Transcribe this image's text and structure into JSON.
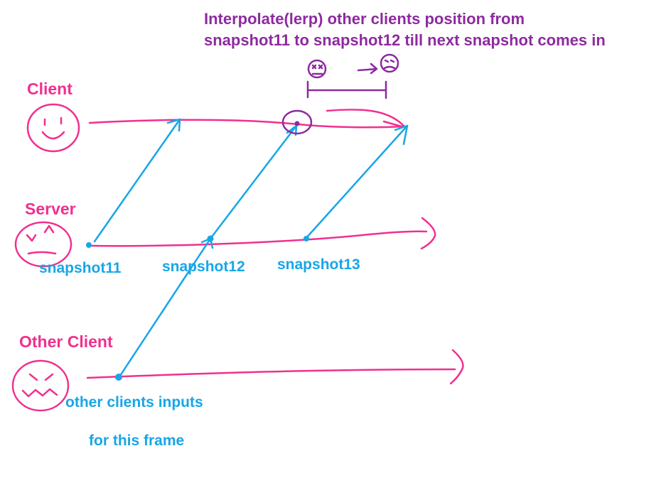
{
  "title": {
    "line1": "Interpolate(lerp) other clients position from",
    "line2": "snapshot11 to snapshot12 till next snapshot comes in"
  },
  "actors": {
    "client": "Client",
    "server": "Server",
    "other_client": "Other Client"
  },
  "snapshots": {
    "s11": "snapshot11",
    "s12": "snapshot12",
    "s13": "snapshot13"
  },
  "inputs": {
    "line1": "other clients inputs",
    "line2": "for this frame"
  },
  "colors": {
    "actor": "#f0308f",
    "message": "#17a6e8",
    "annotation": "#8d2a9f"
  }
}
